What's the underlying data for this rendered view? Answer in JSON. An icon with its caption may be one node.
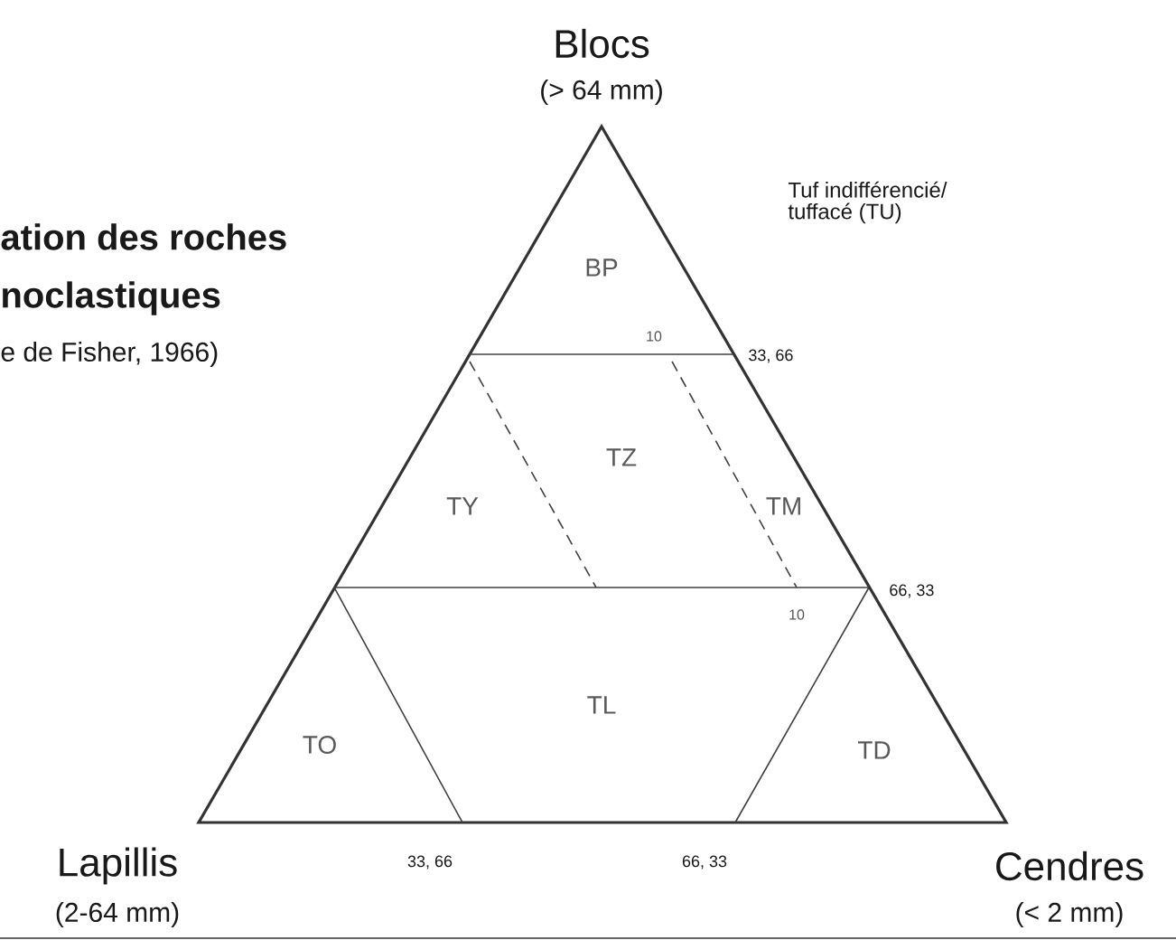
{
  "diagram": {
    "labels": [
      "Blocs",
      "(> 64 mm)",
      "Tuf indifférencié/ tuffacé (TU)",
      "ation des roches",
      "noclastiques",
      "e de Fisher, 1966)",
      "BP",
      "10",
      "33, 66",
      "TZ",
      "TY",
      "TM",
      "66, 33",
      "10",
      "TL",
      "TO",
      "TD",
      "Lapillis",
      "(2-64 mm)",
      "33, 66",
      "66, 33",
      "Cendres",
      "(< 2 mm)"
    ]
  }
}
